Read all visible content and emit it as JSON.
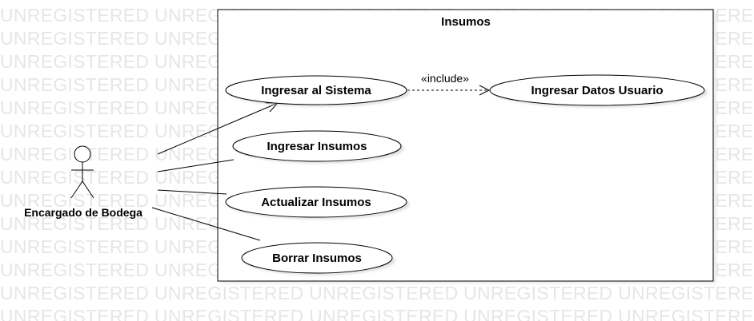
{
  "watermark": {
    "text": "UNREGISTERED"
  },
  "system": {
    "title": "Insumos"
  },
  "actor": {
    "label": "Encargado de Bodega"
  },
  "use_cases": {
    "ingresar_sistema": "Ingresar al Sistema",
    "ingresar_datos_usuario": "Ingresar Datos Usuario",
    "ingresar_insumos": "Ingresar Insumos",
    "actualizar_insumos": "Actualizar Insumos",
    "borrar_insumos": "Borrar Insumos"
  },
  "relations": {
    "include_label": "«include»"
  },
  "colors": {
    "stroke": "#000000",
    "fill": "#ffffff",
    "shadow": "#c8c8c8",
    "watermark": "#e6e6e6"
  }
}
